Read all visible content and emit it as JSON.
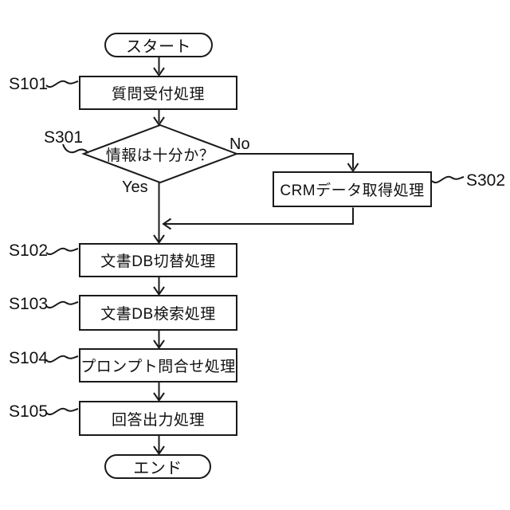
{
  "flowchart": {
    "nodes": {
      "start": {
        "type": "terminal",
        "label": "スタート"
      },
      "s101": {
        "id": "S101",
        "type": "process",
        "label": "質問受付処理"
      },
      "s301": {
        "id": "S301",
        "type": "decision",
        "label": "情報は十分か？"
      },
      "s302": {
        "id": "S302",
        "type": "process",
        "label": "CRMデータ取得処理"
      },
      "s102": {
        "id": "S102",
        "type": "process",
        "label": "文書DB切替処理"
      },
      "s103": {
        "id": "S103",
        "type": "process",
        "label": "文書DB検索処理"
      },
      "s104": {
        "id": "S104",
        "type": "process",
        "label": "プロンプト問合せ処理"
      },
      "s105": {
        "id": "S105",
        "type": "process",
        "label": "回答出力処理"
      },
      "end": {
        "type": "terminal",
        "label": "エンド"
      }
    },
    "branches": {
      "yes": "Yes",
      "no": "No"
    },
    "edges": [
      {
        "from": "start",
        "to": "S101"
      },
      {
        "from": "S101",
        "to": "S301"
      },
      {
        "from": "S301",
        "to": "S302",
        "label": "No"
      },
      {
        "from": "S301",
        "to": "S102",
        "label": "Yes"
      },
      {
        "from": "S302",
        "to": "S102"
      },
      {
        "from": "S102",
        "to": "S103"
      },
      {
        "from": "S103",
        "to": "S104"
      },
      {
        "from": "S104",
        "to": "S105"
      },
      {
        "from": "S105",
        "to": "end"
      }
    ],
    "colors": {
      "line": "#1a1a1a",
      "background": "#ffffff"
    }
  }
}
